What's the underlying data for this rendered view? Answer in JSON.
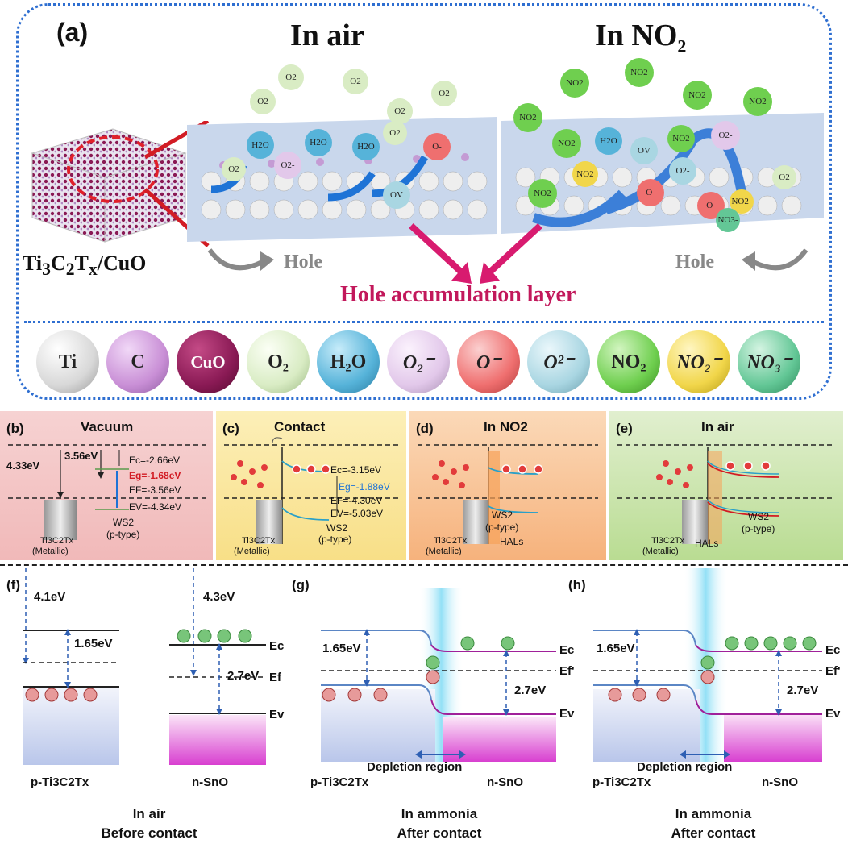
{
  "panel_a": {
    "label": "(a)",
    "title_air": "In air",
    "title_no2": "In NO",
    "title_no2_sub": "2",
    "material": "Ti3C2Tx/CuO",
    "hole_left": "Hole",
    "hole_right": "Hole",
    "hal_label": "Hole accumulation layer",
    "air_molecules": [
      "O2",
      "O2",
      "O2",
      "O2",
      "O2",
      "H2O",
      "H2O",
      "H2O",
      "O2",
      "O2-",
      "O-",
      "O2",
      "OV"
    ],
    "no2_molecules": [
      "NO2",
      "NO2",
      "NO2",
      "NO2",
      "NO2",
      "NO2",
      "H2O",
      "OV",
      "NO2",
      "O2-",
      "NO2",
      "O2-",
      "NO2",
      "O-",
      "O-",
      "NO2-",
      "NO3-",
      "O2"
    ],
    "legend": [
      {
        "label": "Ti",
        "color": "#d8d8d8"
      },
      {
        "label": "C",
        "color": "#c98fd6"
      },
      {
        "label": "CuO",
        "color": "#8a1a55"
      },
      {
        "label": "O₂",
        "color": "#d9ecc4"
      },
      {
        "label": "H₂O",
        "color": "#56b3d9"
      },
      {
        "label": "O₂⁻",
        "color": "#e2c8ea"
      },
      {
        "label": "O⁻",
        "color": "#ef6f6f"
      },
      {
        "label": "O²⁻",
        "color": "#a9d6e2"
      },
      {
        "label": "NO₂",
        "color": "#6fcf4f"
      },
      {
        "label": "NO₂⁻",
        "color": "#f1d64a"
      },
      {
        "label": "NO₃⁻",
        "color": "#63c796"
      }
    ]
  },
  "panel_b": {
    "label": "(b)",
    "title": "Vacuum",
    "wf_metal": "4.33eV",
    "wf_ws2": "3.56eV",
    "ec": "Ec=-2.66eV",
    "eg": "Eg=-1.68eV",
    "ef": "EF=-3.56eV",
    "ev": "EV=-4.34eV",
    "metal": "Ti3C2Tx",
    "metal_type": "(Metallic)",
    "ws2": "WS2",
    "ws2_type": "(p-type)",
    "color_bg": "#f4c6c6"
  },
  "panel_c": {
    "label": "(c)",
    "title": "Contact",
    "ec": "Ec=-3.15eV",
    "eg": "Eg=-1.88eV",
    "ef": "EF=-4.30eV",
    "ev": "EV=-5.03eV",
    "metal": "Ti3C2Tx",
    "metal_type": "(Metallic)",
    "ws2": "WS2",
    "ws2_type": "(p-type)",
    "color_bg": "#fbe7a6"
  },
  "panel_d": {
    "label": "(d)",
    "title": "In NO2",
    "metal": "Ti3C2Tx",
    "metal_type": "(Metallic)",
    "ws2": "WS2",
    "ws2_type": "(p-type)",
    "hals": "HALs",
    "color_bg": "#f9c99c"
  },
  "panel_e": {
    "label": "(e)",
    "title": "In air",
    "metal": "Ti3C2Tx",
    "metal_type": "(Metallic)",
    "ws2": "WS2",
    "ws2_type": "(p-type)",
    "hals": "HALs",
    "color_bg": "#cfe6b3"
  },
  "panel_f": {
    "label": "(f)",
    "wf_left": "4.1eV",
    "wf_right": "4.3eV",
    "gap_left": "1.65eV",
    "gap_right": "2.7eV",
    "ec": "Ec",
    "ef": "Ef",
    "ev": "Ev",
    "left_mat": "p-Ti3C2Tx",
    "right_mat": "n-SnO",
    "cond1": "In air",
    "cond2": "Before contact"
  },
  "panel_g": {
    "label": "(g)",
    "gap_left": "1.65eV",
    "gap_right": "2.7eV",
    "ec": "Ec",
    "ef": "Ef'",
    "ev": "Ev",
    "depletion": "Depletion region",
    "left_mat": "p-Ti3C2Tx",
    "right_mat": "n-SnO",
    "cond1": "In ammonia",
    "cond2": "After contact"
  },
  "panel_h": {
    "label": "(h)",
    "gap_left": "1.65eV",
    "gap_right": "2.7eV",
    "ec": "Ec",
    "ef": "Ef'",
    "ev": "Ev",
    "depletion": "Depletion region",
    "left_mat": "p-Ti3C2Tx",
    "right_mat": "n-SnO",
    "cond1": "In ammonia",
    "cond2": "After contact"
  }
}
